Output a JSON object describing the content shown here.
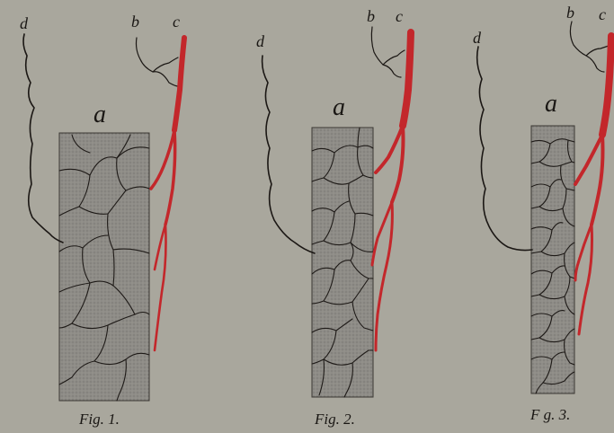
{
  "figures": [
    {
      "caption": "Fig. 1.",
      "labels": {
        "a": "a",
        "b": "b",
        "c": "c",
        "d": "d"
      }
    },
    {
      "caption": "Fig. 2.",
      "labels": {
        "a": "a",
        "b": "b",
        "c": "c",
        "d": "d"
      }
    },
    {
      "caption": "F g. 3.",
      "labels": {
        "a": "a",
        "b": "b",
        "c": "c",
        "d": "d"
      }
    }
  ],
  "colors": {
    "paper": "#a9a79d",
    "vessel": "#c3272b",
    "nerve": "#1b1714",
    "tissue": "#8f8d88"
  }
}
